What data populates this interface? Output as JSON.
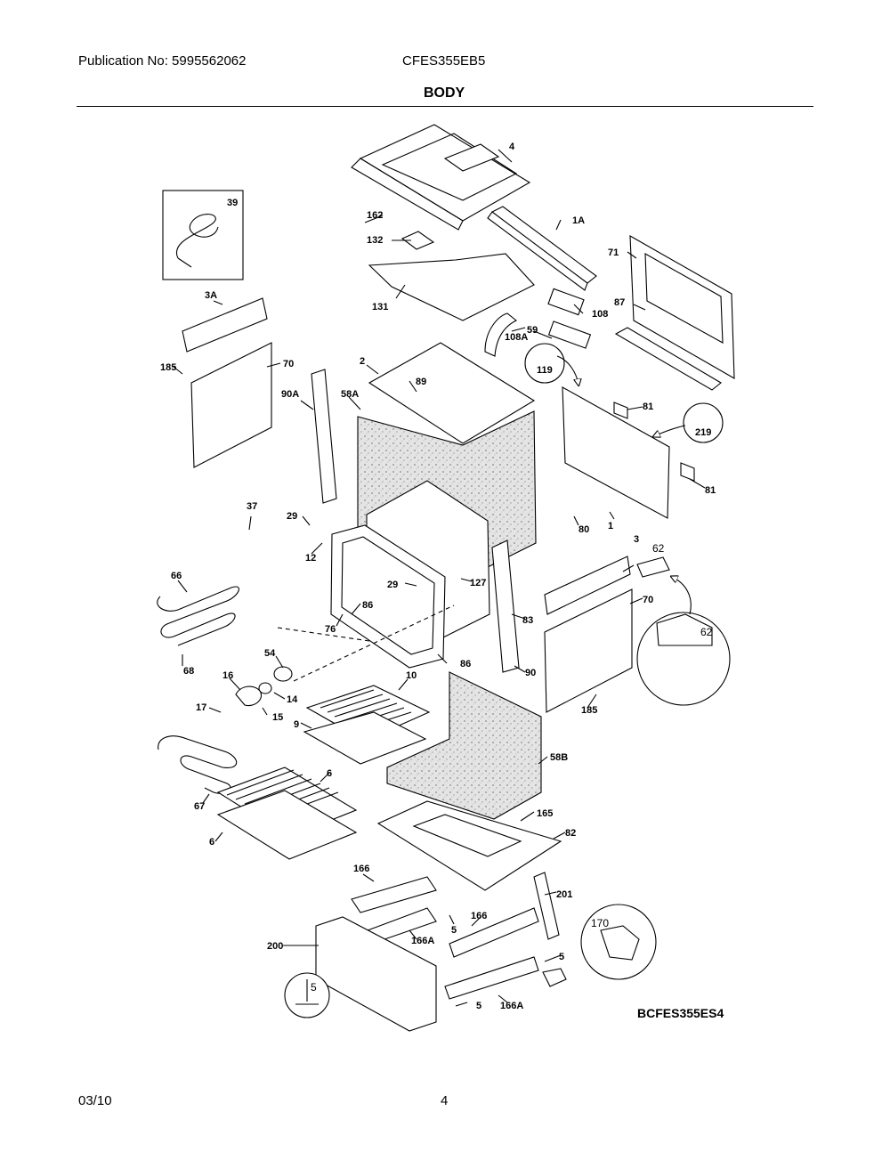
{
  "header": {
    "publication": "Publication No: 5995562062",
    "model": "CFES355EB5",
    "section": "BODY"
  },
  "footer": {
    "date": "03/10",
    "page": "4"
  },
  "diagram_id": "BCFES355ES4",
  "callouts": {
    "c4": "4",
    "c162": "162",
    "c39": "39",
    "c1A": "1A",
    "c71": "71",
    "c132": "132",
    "c131": "131",
    "c59": "59",
    "c108": "108",
    "c87": "87",
    "c108A": "108A",
    "c3A": "3A",
    "c185a": "185",
    "c70a": "70",
    "c2": "2",
    "c119": "119",
    "c89": "89",
    "c90A": "90A",
    "c58A": "58A",
    "c81a": "81",
    "c219": "219",
    "c81b": "81",
    "c37": "37",
    "c29a": "29",
    "c12": "12",
    "c80": "80",
    "c1": "1",
    "c3": "3",
    "c62a": "62",
    "c66": "66",
    "c29b": "29",
    "c127": "127",
    "c86a": "86",
    "c83": "83",
    "c70b": "70",
    "c62b": "62",
    "c76": "76",
    "c68": "68",
    "c54": "54",
    "c86b": "86",
    "c90": "90",
    "c16": "16",
    "c14": "14",
    "c10": "10",
    "c17": "17",
    "c15": "15",
    "c9": "9",
    "c185b": "185",
    "c58B": "58B",
    "c6a": "6",
    "c67": "67",
    "c165": "165",
    "c82": "82",
    "c6b": "6",
    "c166a": "166",
    "c201": "201",
    "c5a": "5",
    "c166b": "166",
    "c170": "170",
    "c200": "200",
    "c166Aa": "166A",
    "c5b": "5",
    "c5c": "5",
    "c5d": "5",
    "c166Ab": "166A"
  }
}
